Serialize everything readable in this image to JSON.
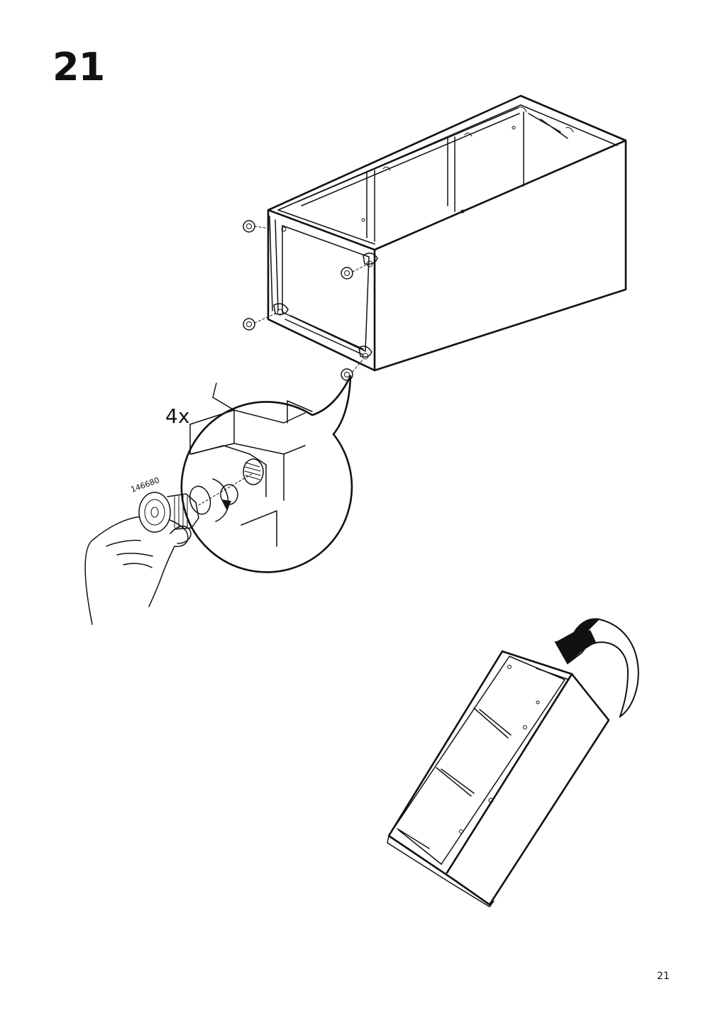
{
  "step": {
    "number": "21"
  },
  "detail": {
    "quantity": "4x",
    "part_number": "146680"
  },
  "page": {
    "number": "21"
  },
  "icons": [
    "cabinet-frame-illustration",
    "leveling-foot-icon",
    "hand-icon",
    "rotate-arrow-icon",
    "tilted-cabinet-illustration"
  ]
}
